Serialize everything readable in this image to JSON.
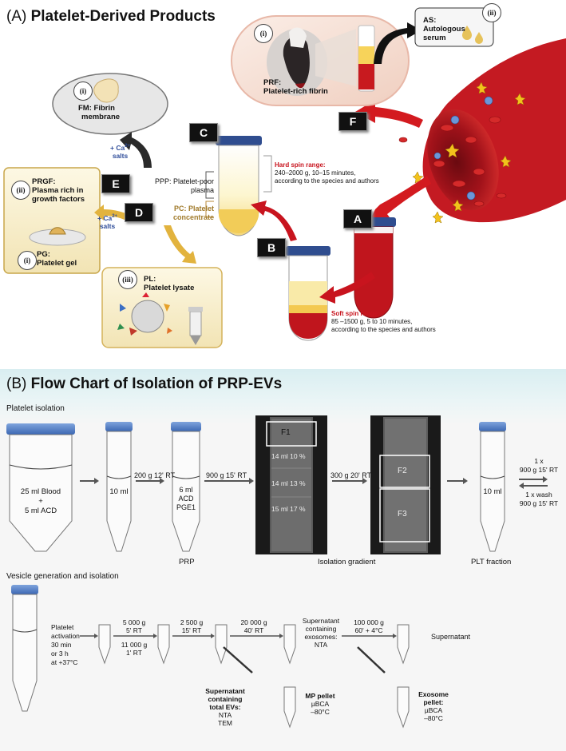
{
  "panelA": {
    "title_prefix": "(A)",
    "title": "Platelet-Derived Products",
    "labels": {
      "A": "A",
      "B": "B",
      "C": "C",
      "D": "D",
      "E": "E",
      "F": "F"
    },
    "prf": {
      "num": "(i)",
      "abbr": "PRF:",
      "name": "Platelet-rich fibrin"
    },
    "as": {
      "num": "(ii)",
      "abbr": "AS:",
      "name": "Autologous serum"
    },
    "fm": {
      "num": "(i)",
      "abbr": "FM:",
      "name_a": "Fibrin",
      "name_b": "membrane"
    },
    "prgf": {
      "num": "(ii)",
      "abbr": "PRGF:",
      "name_a": "Plasma rich in",
      "name_b": "growth factors"
    },
    "pg": {
      "num": "(i)",
      "abbr": "PG:",
      "name": "Platelet gel"
    },
    "pl": {
      "num": "(iii)",
      "abbr": "PL:",
      "name": "Platelet lysate"
    },
    "ppp": {
      "abbr": "PPP:",
      "name_a": "Platelet-poor",
      "name_b": "plasma"
    },
    "pc": {
      "abbr": "PC:",
      "name_a": "Platelet",
      "name_b": "concentrate"
    },
    "ca_top": {
      "a": "+ Ca",
      "sup": "2+",
      "b": "salts"
    },
    "ca_left": {
      "a": "+ Ca",
      "sup": "2+",
      "b": "salts"
    },
    "hard_spin": {
      "title": "Hard spin range:",
      "l1": "240–2000 g, 10–15 minutes,",
      "l2": "according to the species and authors"
    },
    "soft_spin": {
      "title": "Soft spin range:",
      "l1": "85 –1500 g, 5 to 10 minutes,",
      "l2": "according to the species and authors"
    },
    "colors": {
      "red": "#c8141e",
      "blood": "#b3121c",
      "plasma": "#f5d97a",
      "prf_bg": "#f7e3da",
      "pale_yellow": "#f8f1d6",
      "gold": "#d9a43c"
    }
  },
  "panelB": {
    "title_prefix": "(B)",
    "title": "Flow Chart of Isolation of PRP-EVs",
    "platelet_isolation": "Platelet isolation",
    "tube1": {
      "l1": "25 ml Blood",
      "l2": "+",
      "l3": "5 ml ACD"
    },
    "tube2": {
      "l1": "10 ml"
    },
    "step1": "200 g 12' RT",
    "tube3": {
      "l1": "6 ml",
      "l2": "ACD",
      "l3": "PGE1"
    },
    "prp": "PRP",
    "step2": "900 g 15' RT",
    "gradient": {
      "f1": "F1",
      "r1": "14 ml 10 %",
      "r2": "14 ml 13 %",
      "r3": "15 ml 17 %"
    },
    "step3": "300 g 20' RT",
    "gradient2": {
      "f2": "F2",
      "f3": "F3"
    },
    "isolation_gradient": "Isolation gradient",
    "tube4": {
      "l1": "10 ml"
    },
    "plt_fraction": "PLT fraction",
    "wash": {
      "l1": "1 x",
      "l2": "900 g 15' RT",
      "l3": "1 x wash",
      "l4": "900 g 15' RT"
    },
    "vesicle": "Vesicle generation and isolation",
    "activation": {
      "l1": "Platelet",
      "l2": "activation",
      "l3": "30 min",
      "l4": "or 3 h",
      "l5": "at +37°C"
    },
    "s1": {
      "l1": "5 000 g",
      "l2": "5' RT",
      "l3": "11 000 g",
      "l4": "1' RT"
    },
    "s2": {
      "l1": "2 500 g",
      "l2": "15' RT"
    },
    "s3": {
      "l1": "20 000 g",
      "l2": "40' RT"
    },
    "sup_exo": {
      "l1": "Supernatant",
      "l2": "containing",
      "l3": "exosomes:",
      "l4": "NTA"
    },
    "s4": {
      "l1": "100 000 g",
      "l2": "60' + 4°C"
    },
    "supernatant": "Supernatant",
    "total_evs": {
      "l1": "Supernatant",
      "l2": "containing",
      "l3": "total EVs:",
      "l4": "NTA",
      "l5": "TEM"
    },
    "mp": {
      "l1": "MP pellet",
      "l2": "µBCA",
      "l3": "–80°C"
    },
    "exo": {
      "l1": "Exosome",
      "l2": "pellet:",
      "l3": "µBCA",
      "l4": "–80°C"
    },
    "colors": {
      "cap": "#4a78c2",
      "header_teal": "#d9eef1"
    }
  }
}
